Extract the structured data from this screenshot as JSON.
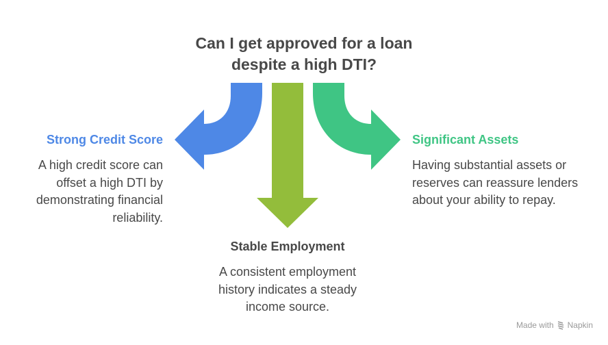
{
  "title": {
    "line1": "Can I get approved for a loan",
    "line2": "despite a high DTI?"
  },
  "branches": [
    {
      "heading": "Strong Credit Score",
      "description": "A high credit score can offset a high DTI by demonstrating financial reliability.",
      "direction": "left",
      "color": "#4e88e6"
    },
    {
      "heading": "Stable Employment",
      "description": "A consistent employment history indicates a steady income source.",
      "direction": "down",
      "color": "#93bd3b"
    },
    {
      "heading": "Significant Assets",
      "description": "Having substantial assets or reserves can reassure lenders about your ability to repay.",
      "direction": "right",
      "color": "#3fc584"
    }
  ],
  "footer": {
    "label": "Made with",
    "brand": "Napkin",
    "icon": "napkin-logo-icon"
  }
}
